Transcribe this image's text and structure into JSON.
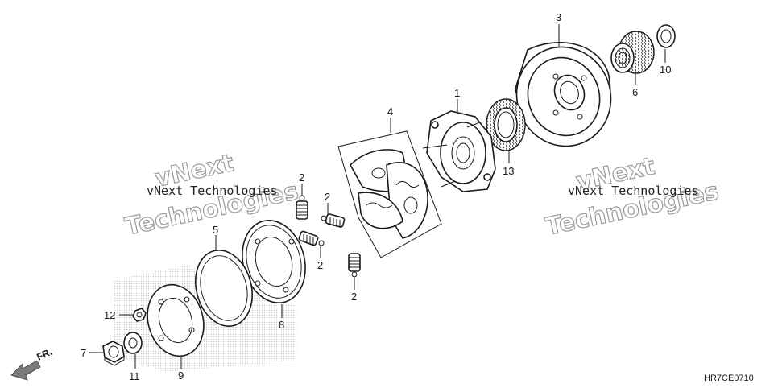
{
  "callouts": [
    {
      "id": "c1",
      "text": "1"
    },
    {
      "id": "c2a",
      "text": "2"
    },
    {
      "id": "c2b",
      "text": "2"
    },
    {
      "id": "c2c",
      "text": "2"
    },
    {
      "id": "c2d",
      "text": "2"
    },
    {
      "id": "c3",
      "text": "3"
    },
    {
      "id": "c4",
      "text": "4"
    },
    {
      "id": "c5",
      "text": "5"
    },
    {
      "id": "c6",
      "text": "6"
    },
    {
      "id": "c7",
      "text": "7"
    },
    {
      "id": "c8",
      "text": "8"
    },
    {
      "id": "c9",
      "text": "9"
    },
    {
      "id": "c10",
      "text": "10"
    },
    {
      "id": "c11",
      "text": "11"
    },
    {
      "id": "c12",
      "text": "12"
    },
    {
      "id": "c13",
      "text": "13"
    }
  ],
  "watermarks": {
    "left_small": "vNext Technologies",
    "left_big_1": "vNext",
    "left_big_2": "Technologies",
    "right_small": "vNext Technologies",
    "right_big_1": "vNext",
    "right_big_2": "Technologies"
  },
  "direction_label": "FR.",
  "diagram_code": "HR7CE0710"
}
